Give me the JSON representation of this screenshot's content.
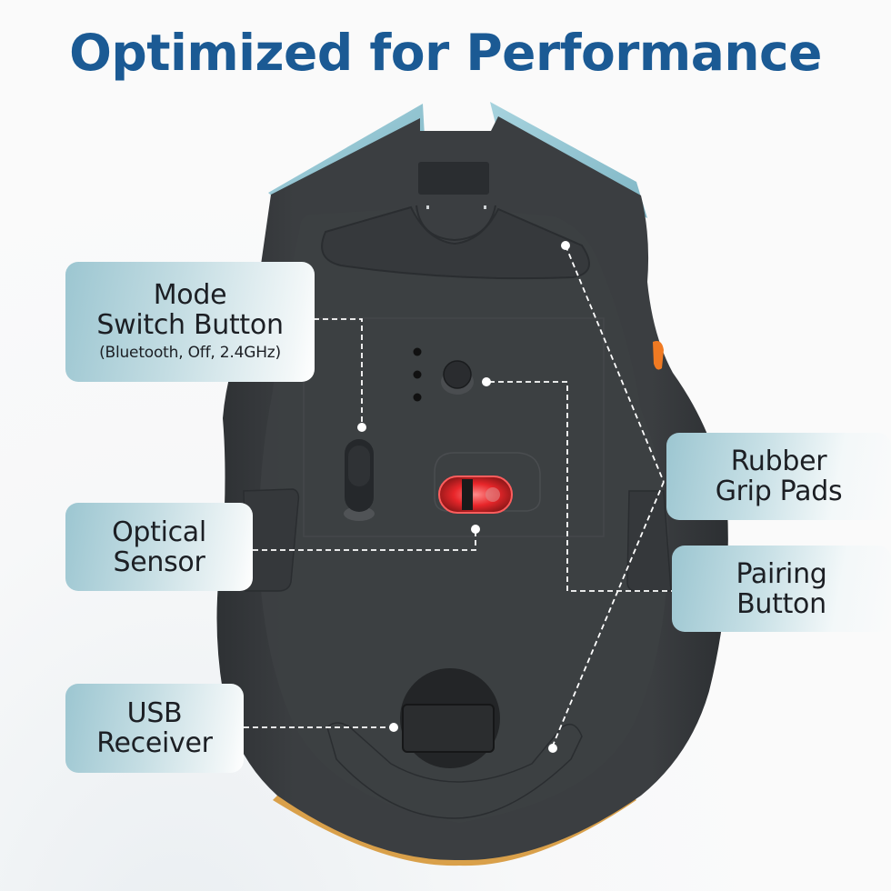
{
  "title": "Optimized for Performance",
  "colors": {
    "title": "#1b5a94",
    "mouse_body": "#3a3d40",
    "mouse_rim": "#2c2f32",
    "accent_blue": "#8fc5d3",
    "accent_orange": "#f07a22",
    "accent_gold": "#d9a04a",
    "sensor_red": "#e8262a",
    "callout_start": "#9cc6d1",
    "callout_end": "#ffffff",
    "leader_line": "#ffffff"
  },
  "callouts": {
    "mode_switch": {
      "line1": "Mode",
      "line2": "Switch Button",
      "sub": "(Bluetooth, Off, 2.4GHz)"
    },
    "optical_sensor": {
      "line1": "Optical",
      "line2": "Sensor"
    },
    "usb_receiver": {
      "line1": "USB",
      "line2": "Receiver"
    },
    "rubber_grip": {
      "line1": "Rubber",
      "line2": "Grip Pads"
    },
    "pairing_button": {
      "line1": "Pairing",
      "line2": "Button"
    }
  },
  "product": {
    "name": "wireless mouse underside",
    "parts": [
      "mode-switch",
      "indicator-leds",
      "pairing-button",
      "optical-sensor",
      "usb-receiver-slot",
      "rubber-grip-pads",
      "side-button"
    ]
  }
}
